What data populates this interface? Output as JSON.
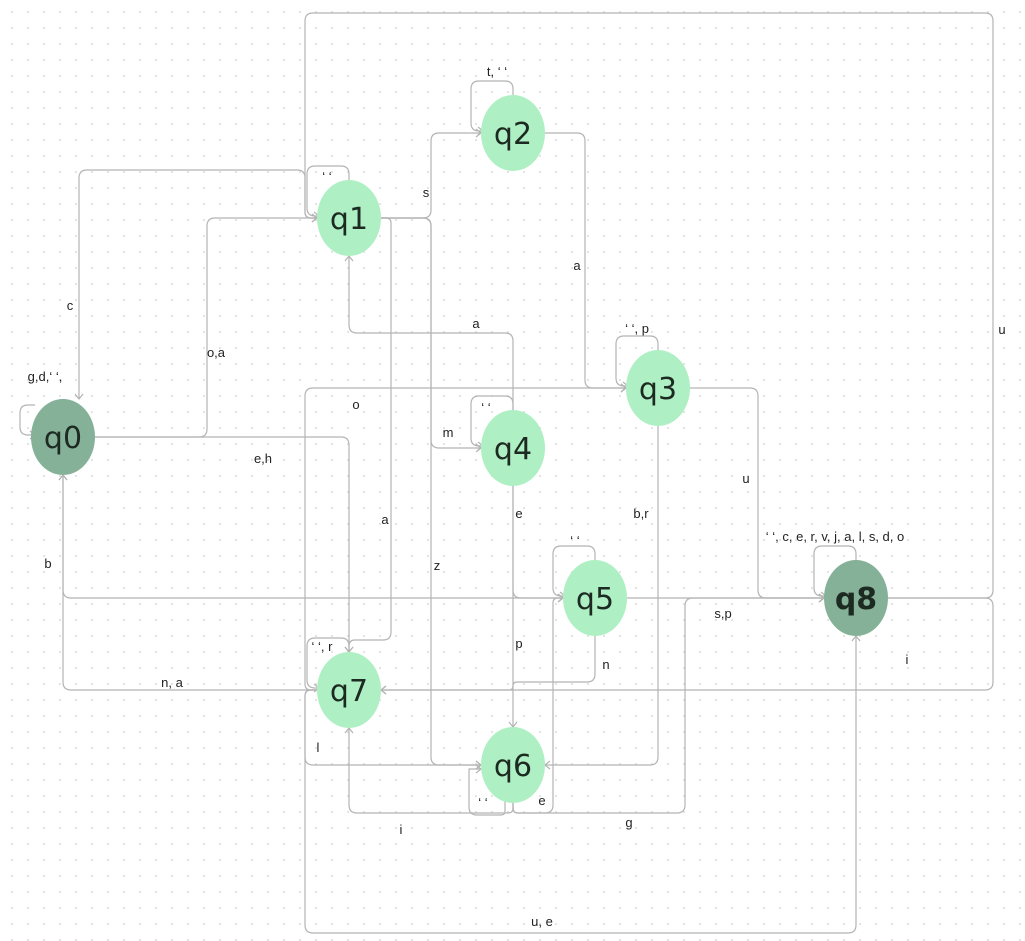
{
  "colors": {
    "state_fill": "#aef0c4",
    "special_fill": "#84b197",
    "edge": "#b4b4b4",
    "label": "#222222"
  },
  "states": [
    {
      "id": "q0",
      "label": "q0",
      "kind": "initial"
    },
    {
      "id": "q1",
      "label": "q1",
      "kind": "normal"
    },
    {
      "id": "q2",
      "label": "q2",
      "kind": "normal"
    },
    {
      "id": "q3",
      "label": "q3",
      "kind": "normal"
    },
    {
      "id": "q4",
      "label": "q4",
      "kind": "normal"
    },
    {
      "id": "q5",
      "label": "q5",
      "kind": "normal"
    },
    {
      "id": "q6",
      "label": "q6",
      "kind": "normal"
    },
    {
      "id": "q7",
      "label": "q7",
      "kind": "normal"
    },
    {
      "id": "q8",
      "label": "q8",
      "kind": "accepting"
    }
  ],
  "transitions": [
    {
      "from": "q0",
      "to": "q0",
      "label": "g,d,‘ ‘,"
    },
    {
      "from": "q0",
      "to": "q1",
      "label": "o,a"
    },
    {
      "from": "q0",
      "to": "q7",
      "label": "e,h"
    },
    {
      "from": "q1",
      "to": "q0",
      "label": "c"
    },
    {
      "from": "q1",
      "to": "q1",
      "label": "‘ ‘"
    },
    {
      "from": "q1",
      "to": "q2",
      "label": "s"
    },
    {
      "from": "q1",
      "to": "q4",
      "label": "m"
    },
    {
      "from": "q1",
      "to": "q7",
      "label": "a"
    },
    {
      "from": "q1",
      "to": "q6",
      "label": "z"
    },
    {
      "from": "q2",
      "to": "q2",
      "label": "t, ‘ ‘"
    },
    {
      "from": "q2",
      "to": "q3",
      "label": "a"
    },
    {
      "from": "q3",
      "to": "q3",
      "label": "‘ ‘, p"
    },
    {
      "from": "q3",
      "to": "q8",
      "label": "u"
    },
    {
      "from": "q3",
      "to": "q6",
      "label": "b,r"
    },
    {
      "from": "q4",
      "to": "q4",
      "label": "‘ ‘"
    },
    {
      "from": "q4",
      "to": "q1",
      "label": "a"
    },
    {
      "from": "q4",
      "to": "q5",
      "label": "e"
    },
    {
      "from": "q4",
      "to": "q6",
      "label": "p"
    },
    {
      "from": "q5",
      "to": "q5",
      "label": "‘ ‘"
    },
    {
      "from": "q5",
      "to": "q0",
      "label": "b"
    },
    {
      "from": "q5",
      "to": "q7",
      "label": "n"
    },
    {
      "from": "q6",
      "to": "q6",
      "label": "‘ ‘"
    },
    {
      "from": "q6",
      "to": "q5",
      "label": "e"
    },
    {
      "from": "q6",
      "to": "q7",
      "label": "i"
    },
    {
      "from": "q6",
      "to": "q8",
      "label": "g"
    },
    {
      "from": "q7",
      "to": "q7",
      "label": "‘ ‘, r"
    },
    {
      "from": "q7",
      "to": "q0",
      "label": "n, a"
    },
    {
      "from": "q7",
      "to": "q3",
      "label": "o"
    },
    {
      "from": "q7",
      "to": "q6",
      "label": "l"
    },
    {
      "from": "q7",
      "to": "q8",
      "label": "u, e"
    },
    {
      "from": "q8",
      "to": "q8",
      "label": "‘ ‘, c, e, r, v, j, a, l, s, d, o"
    },
    {
      "from": "q8",
      "to": "q1",
      "label": "u"
    },
    {
      "from": "q8",
      "to": "q7",
      "label": "i"
    },
    {
      "from": "q5",
      "to": "q8",
      "label": "s,p"
    }
  ]
}
